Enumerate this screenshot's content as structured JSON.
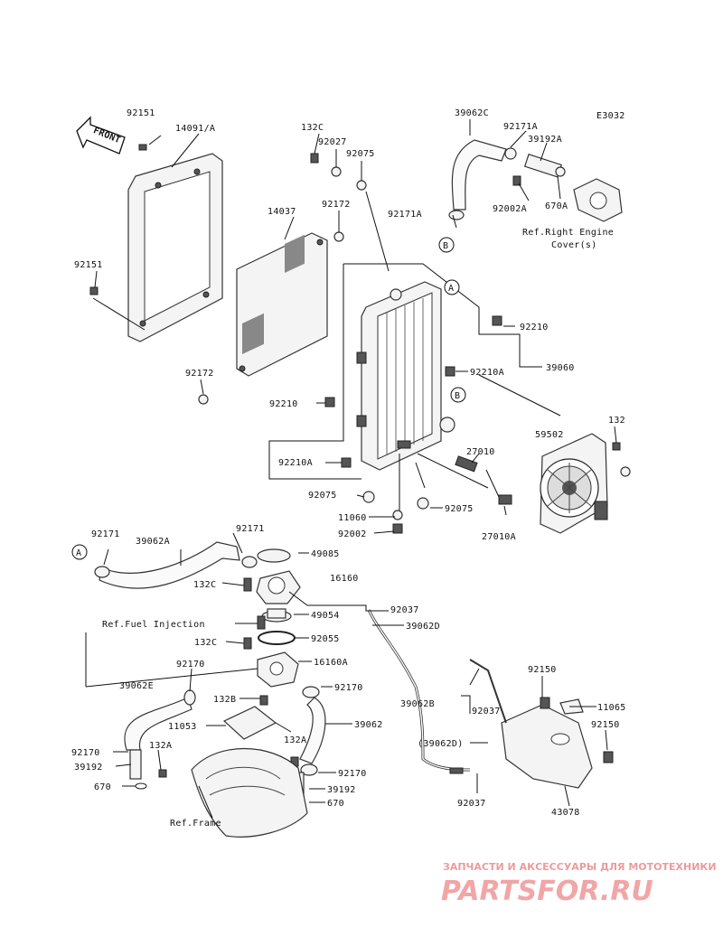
{
  "diagram_code": "E3032",
  "front_label": "FRONT",
  "labels": {
    "p92151_top": "92151",
    "p14091A": "14091/A",
    "p132C_top": "132C",
    "p92027": "92027",
    "p92075_top": "92075",
    "p39062C": "39062C",
    "p92171A_top": "92171A",
    "p39192A": "39192A",
    "p92171A_left": "92171A",
    "p92002A": "92002A",
    "p670A": "670A",
    "ref_right_engine": "Ref.Right Engine",
    "ref_right_engine_2": "Cover(s)",
    "p14037": "14037",
    "p92172_top": "92172",
    "p92151_left": "92151",
    "p92210_right": "92210",
    "p92210A_right": "92210A",
    "p39060": "39060",
    "p92172_bottom": "92172",
    "p92210_left": "92210",
    "p132_right": "132",
    "p59502": "59502",
    "p27010": "27010",
    "p92210A_left": "92210A",
    "p92075_left": "92075",
    "p92075_right": "92075",
    "p11060": "11060",
    "p92002": "92002",
    "p27010A": "27010A",
    "p92171_left": "92171",
    "p39062A": "39062A",
    "p92171_mid": "92171",
    "p49085": "49085",
    "p132C_mid": "132C",
    "p16160": "16160",
    "p92037_top": "92037",
    "p49054": "49054",
    "p39062D": "39062D",
    "ref_fuel": "Ref.Fuel Injection",
    "p92055": "92055",
    "p132C_low": "132C",
    "p16160A": "16160A",
    "p39062E": "39062E",
    "p92170_a": "92170",
    "p92170_right": "92170",
    "p132B": "132B",
    "p92150_top": "92150",
    "p39062B": "39062B",
    "p92037_mid": "92037",
    "p11065": "11065",
    "p11053": "11053",
    "p39062": "39062",
    "p92150_right": "92150",
    "p132A_mid": "132A",
    "p39062D_paren": "(39062D)",
    "p92170_left": "92170",
    "p132A_left": "132A",
    "p39192_left": "39192",
    "p92170_low": "92170",
    "p670_left": "670",
    "p39192_right": "39192",
    "p670_right": "670",
    "ref_frame": "Ref.Frame",
    "p92037_bottom": "92037",
    "p43078": "43078"
  },
  "callouts": {
    "A": "A",
    "B": "B"
  },
  "watermark": {
    "line1": "ЗАПЧАСТИ И АКСЕССУАРЫ ДЛЯ МОТОТЕХНИКИ",
    "line2": "PARTSFOR.RU"
  }
}
